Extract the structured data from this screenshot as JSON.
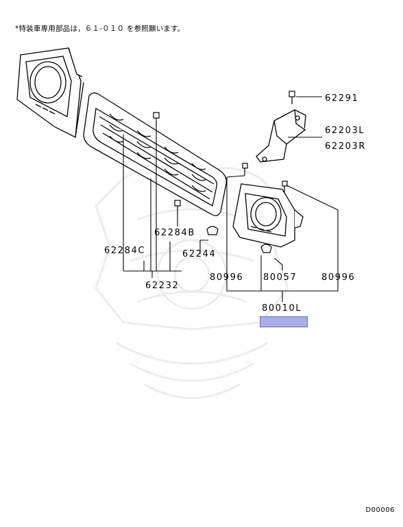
{
  "note": "*特装車専用部品は，６１-０１０ を参照願います。",
  "diagram_code": "D00006",
  "parts": {
    "p62291": "62291",
    "p62203L": "62203L",
    "p62203R": "62203R",
    "p62284B": "62284B",
    "p62284C": "62284C",
    "p62244": "62244",
    "p62232": "62232",
    "p80996a": "80996",
    "p80057": "80057",
    "p80996b": "80996",
    "p80010L": "80010L"
  },
  "colors": {
    "highlight": "#a9aee9",
    "line": "#000000",
    "watermark": "#e8e8e8"
  }
}
